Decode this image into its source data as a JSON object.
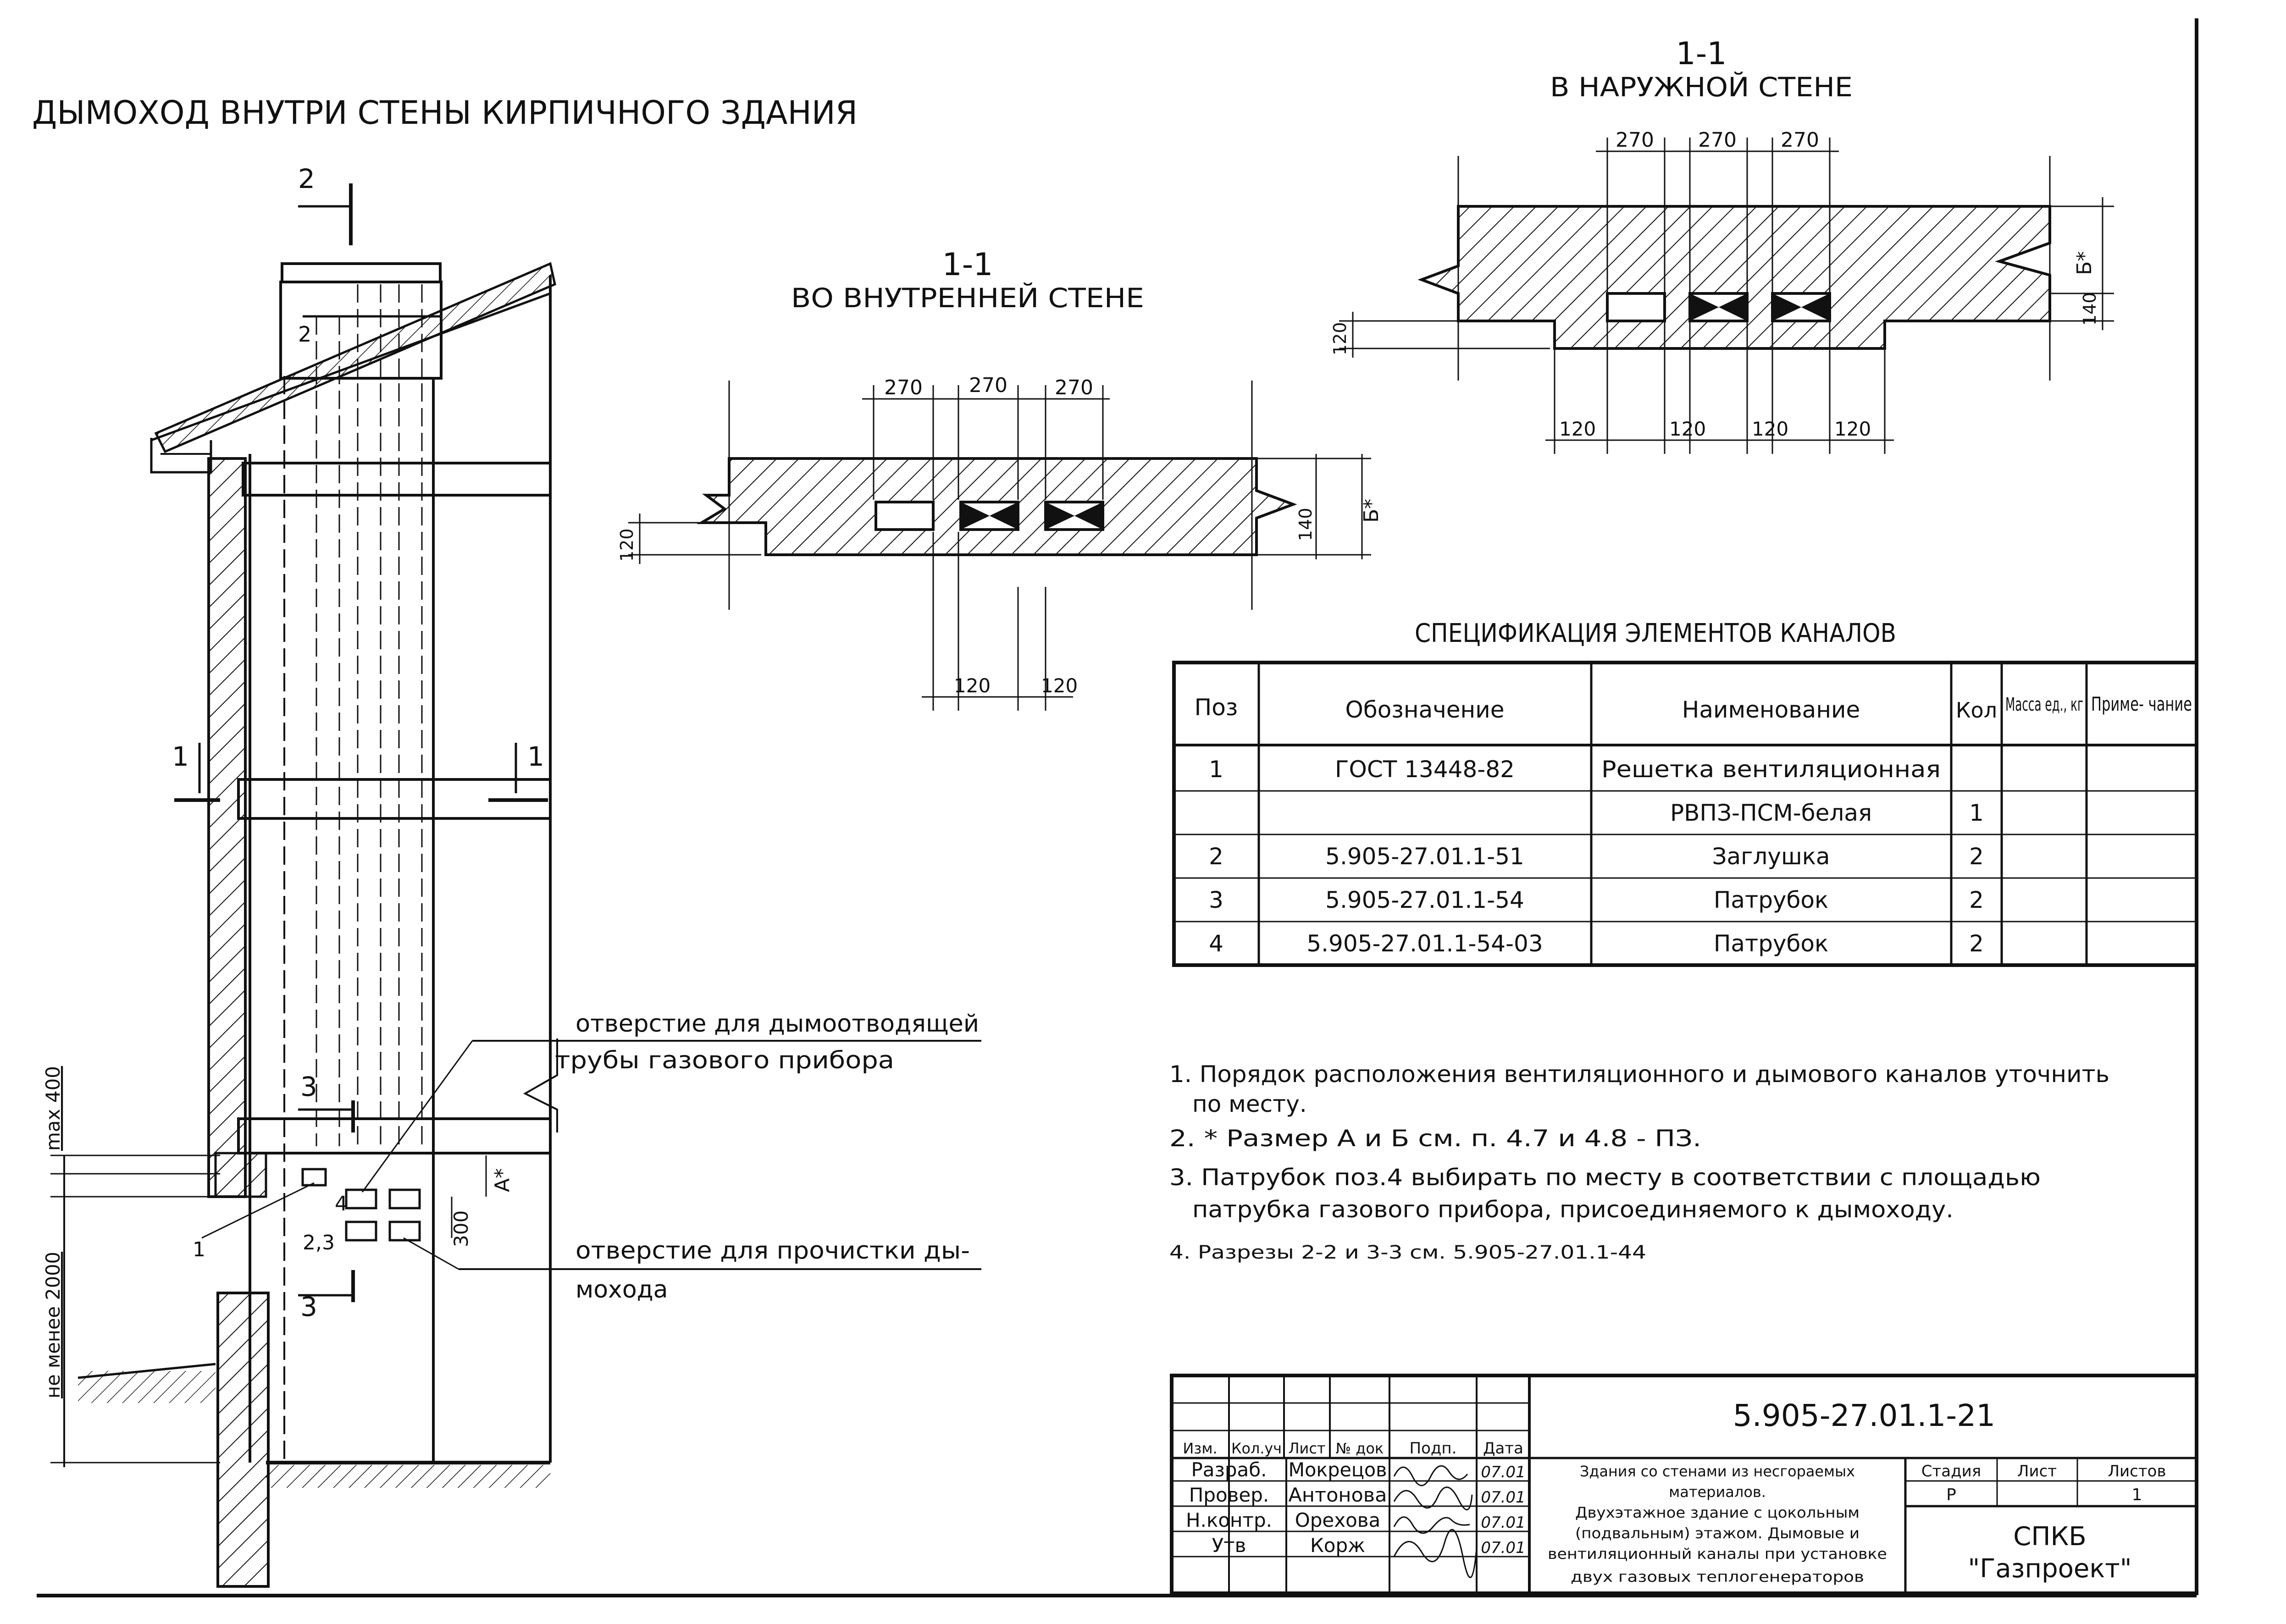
{
  "title_main": "ДЫМОХОД ВНУТРИ СТЕНЫ КИРПИЧНОГО ЗДАНИЯ",
  "section_inner": {
    "mark": "1-1",
    "title": "ВО ВНУТРЕННЕЙ СТЕНЕ"
  },
  "section_outer": {
    "mark": "1-1",
    "title": "В НАРУЖНОЙ СТЕНЕ"
  },
  "dims": {
    "d270": "270",
    "d120": "120",
    "d140": "140",
    "b_star": "Б*",
    "a_star": "А*",
    "d300": "300",
    "max400": "max 400",
    "min2000": "не менее 2000"
  },
  "marks": {
    "s1": "1",
    "s2": "2",
    "s3": "3",
    "p1": "1",
    "p2": "2",
    "p4": "4",
    "p23": "2,3"
  },
  "callouts": {
    "smoke_line1": "отверстие для дымоотводящей",
    "smoke_line2": "трубы газового прибора",
    "clean_line1": "отверстие для прочистки ды-",
    "clean_line2": "мохода"
  },
  "spec": {
    "caption": "СПЕЦИФИКАЦИЯ ЭЛЕМЕНТОВ КАНАЛОВ",
    "headers": [
      "Поз",
      "Обозначение",
      "Наименование",
      "Кол",
      "Масса ед., кг",
      "Приме- чание"
    ],
    "rows": [
      [
        "1",
        "ГОСТ 13448-82",
        "Решетка вентиляционная",
        "",
        "",
        ""
      ],
      [
        "",
        "",
        "РВПЗ-ПСМ-белая",
        "1",
        "",
        ""
      ],
      [
        "2",
        "5.905-27.01.1-51",
        "Заглушка",
        "2",
        "",
        ""
      ],
      [
        "3",
        "5.905-27.01.1-54",
        "Патрубок",
        "2",
        "",
        ""
      ],
      [
        "4",
        "5.905-27.01.1-54-03",
        "Патрубок",
        "2",
        "",
        ""
      ]
    ]
  },
  "notes": {
    "n1a": "1. Порядок расположения вентиляционного и дымового каналов уточнить",
    "n1b": "по месту.",
    "n2": "2. * Размер А и Б см. п. 4.7 и 4.8 - ПЗ.",
    "n3a": "3. Патрубок поз.4 выбирать по месту в соответствии с площадью",
    "n3b": "патрубка газового прибора, присоединяемого к дымоходу.",
    "n4": "4. Разрезы 2-2 и 3-3 см. 5.905-27.01.1-44"
  },
  "stamp": {
    "doc_code": "5.905-27.01.1-21",
    "head": [
      "Изм.",
      "Кол.уч",
      "Лист",
      "№ док",
      "Подп.",
      "Дата"
    ],
    "people": [
      {
        "role": "Разраб.",
        "name": "Мокрецов",
        "date": "07.01"
      },
      {
        "role": "Провер.",
        "name": "Антонова",
        "date": "07.01"
      },
      {
        "role": "Н.контр.",
        "name": "Орехова",
        "date": "07.01"
      },
      {
        "role": "Утв",
        "name": "Корж",
        "date": "07.01"
      }
    ],
    "desc": [
      "Здания со стенами из несгораемых",
      "материалов.",
      "Двухэтажное здание с цокольным",
      "(подвальным) этажом. Дымовые и",
      "вентиляционный каналы при установке",
      "двух газовых теплогенераторов"
    ],
    "stage_label": "Стадия",
    "sheet_label": "Лист",
    "sheets_label": "Листов",
    "stage": "Р",
    "sheets": "1",
    "org1": "СПКБ",
    "org2": "\"Газпроект\""
  }
}
